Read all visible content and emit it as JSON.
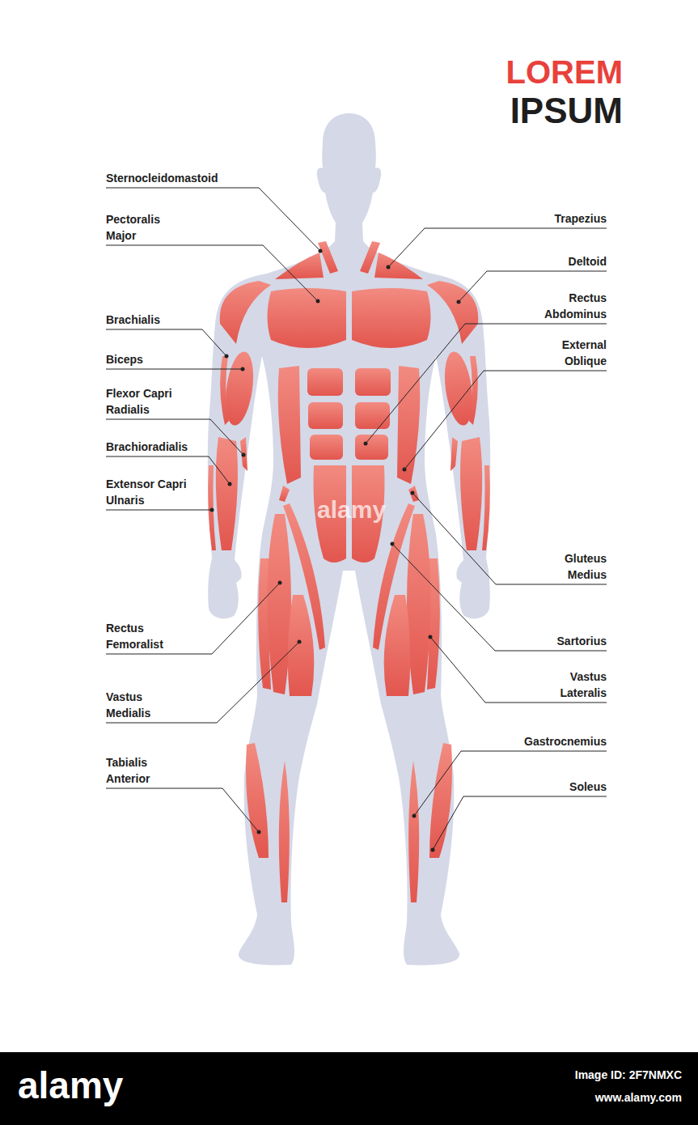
{
  "diagram": {
    "labels": [
      "LOREM",
      "IPSUM",
      "Sternocleidomastoid",
      "Pectoralis Major",
      "Brachialis",
      "Biceps",
      "Flexor Capri Radialis",
      "Brachioradialis",
      "Extensor Capri Ulnaris",
      "Rectus Femoralist",
      "Vastus Medialis",
      "Tabialis Anterior",
      "Trapezius",
      "Deltoid",
      "Rectus Abdominus",
      "External Oblique",
      "Gluteus Medius",
      "Sartorius",
      "Vastus Lateralis",
      "Gastrocnemius",
      "Soleus",
      "alamy",
      "alamy",
      "Image ID: 2F7NMXC",
      "www.alamy.com"
    ]
  }
}
